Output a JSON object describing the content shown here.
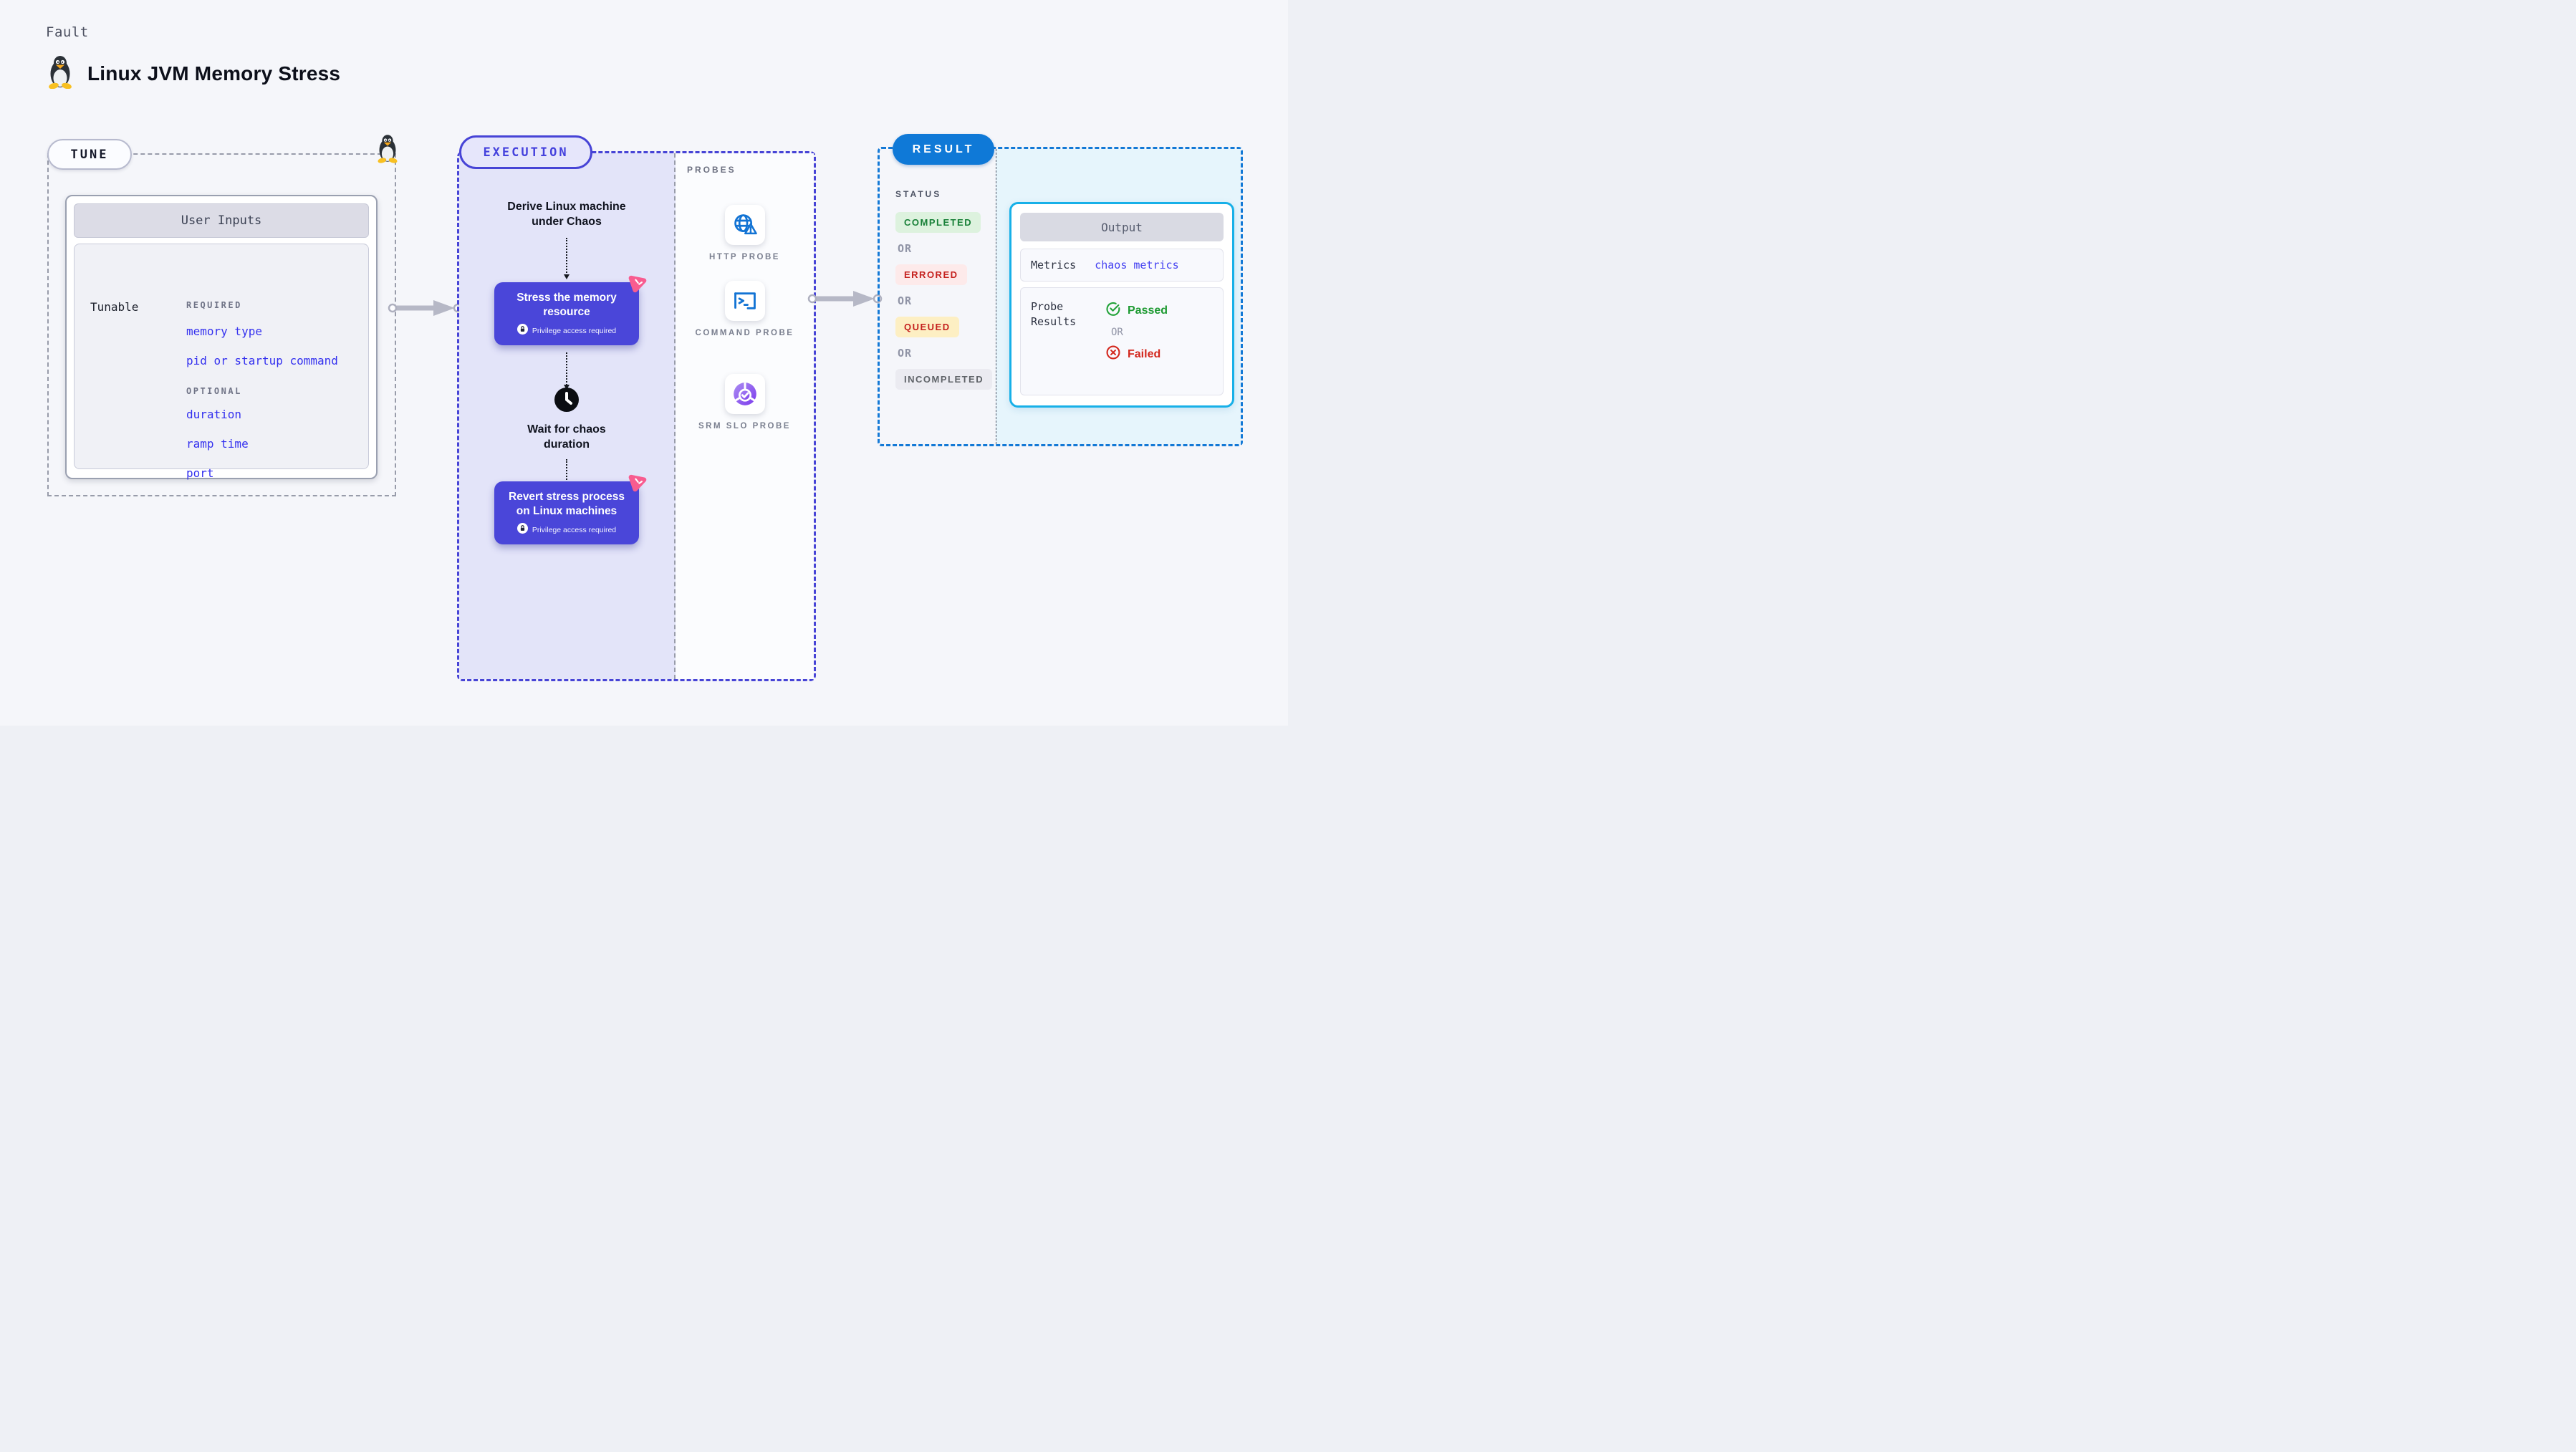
{
  "page": {
    "fault_label": "Fault",
    "title": "Linux JVM Memory Stress"
  },
  "tune": {
    "pill": "TUNE",
    "card_header": "User Inputs",
    "row_label": "Tunable",
    "required_label": "REQUIRED",
    "required_items": [
      "memory type",
      "pid or startup command"
    ],
    "optional_label": "OPTIONAL",
    "optional_items": [
      "duration",
      "ramp time",
      "port"
    ]
  },
  "execution": {
    "pill": "EXECUTION",
    "step_derive": "Derive Linux machine under Chaos",
    "step_stress": "Stress the memory resource",
    "privilege_badge": "Privilege access required",
    "step_wait": "Wait for chaos duration",
    "step_revert": "Revert stress process on Linux machines"
  },
  "probes": {
    "label": "PROBES",
    "items": [
      {
        "name": "HTTP PROBE",
        "icon": "globe-warning-icon"
      },
      {
        "name": "COMMAND PROBE",
        "icon": "terminal-icon"
      },
      {
        "name": "SRM SLO PROBE",
        "icon": "slo-donut-check-icon"
      }
    ]
  },
  "result": {
    "pill": "RESULT",
    "status_label": "STATUS",
    "or_label": "OR",
    "statuses": [
      {
        "label": "COMPLETED",
        "type": "success"
      },
      {
        "label": "ERRORED",
        "type": "error"
      },
      {
        "label": "QUEUED",
        "type": "warning"
      },
      {
        "label": "INCOMPLETED",
        "type": "neutral"
      }
    ],
    "output": {
      "header": "Output",
      "metrics_label": "Metrics",
      "metrics_value": "chaos metrics",
      "probe_results_label": "Probe Results",
      "passed_label": "Passed",
      "failed_label": "Failed"
    }
  },
  "icons": {
    "penguin": "tux-penguin-icon",
    "chaos": "chaos-logo-icon",
    "lock": "lock-icon",
    "clock": "clock-icon",
    "arrow": "flow-arrow-icon"
  },
  "colors": {
    "page_bg": "#f5f6fa",
    "indigo": "#4744d6",
    "indigo_button": "#4a46d9",
    "lavender_fill": "#e3e4f9",
    "link_blue": "#3431ef",
    "result_blue": "#0f79d7",
    "cyan_border": "#17b0e8",
    "cyan_fill": "#e6f5fc",
    "pink": "#f85c90",
    "probe_blue": "#1273d4",
    "success_green": "#188038",
    "error_red": "#c5221f",
    "passed_green": "#1d9a31",
    "failed_red": "#d3271d"
  }
}
